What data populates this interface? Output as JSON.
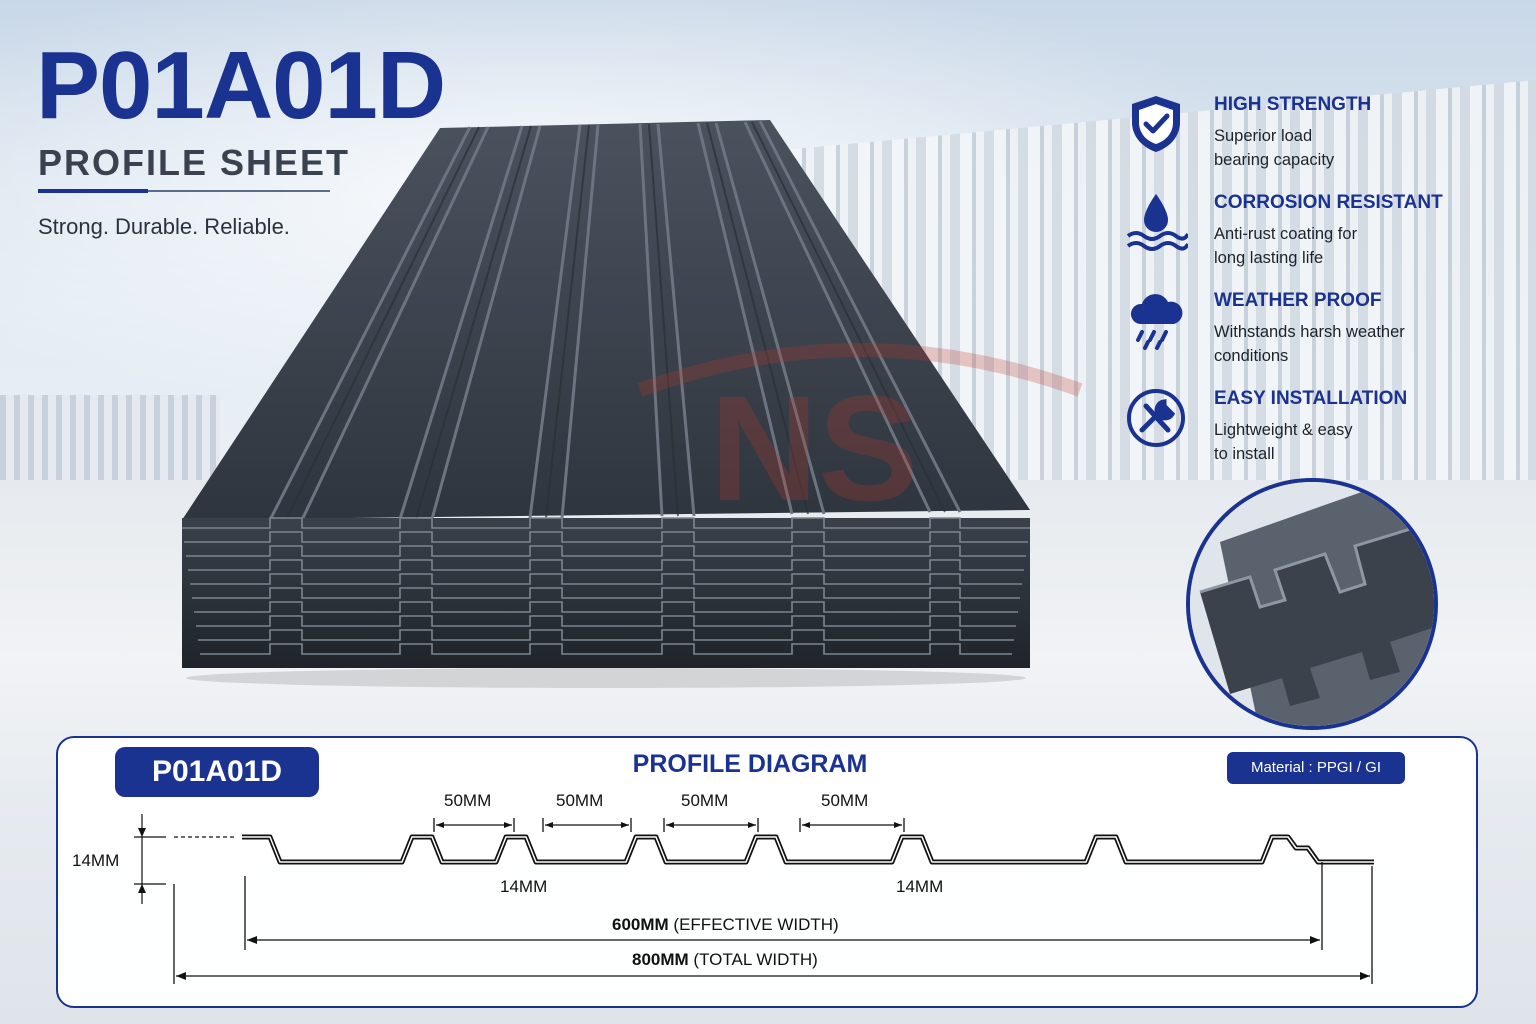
{
  "header": {
    "title": "P01A01D",
    "subtitle": "PROFILE SHEET",
    "tagline": "Strong. Durable. Reliable."
  },
  "features": [
    {
      "icon": "shield-check-icon",
      "title": "HIGH STRENGTH",
      "desc": "Superior load\nbearing capacity"
    },
    {
      "icon": "water-drop-icon",
      "title": "CORROSION RESISTANT",
      "desc": "Anti-rust coating for\nlong lasting life"
    },
    {
      "icon": "rain-cloud-icon",
      "title": "WEATHER PROOF",
      "desc": "Withstands harsh weather\nconditions"
    },
    {
      "icon": "wrench-screwdriver-icon",
      "title": "EASY INSTALLATION",
      "desc": "Lightweight & easy\nto install"
    }
  ],
  "diagram": {
    "code": "P01A01D",
    "title": "PROFILE DIAGRAM",
    "material": "Material : PPGI / GI",
    "rib_spacing_labels": [
      "50MM",
      "50MM",
      "50MM",
      "50MM"
    ],
    "height_label": "14MM",
    "depth_labels": [
      "14MM",
      "14MM"
    ],
    "effective_width": {
      "value": "600MM",
      "note": "(EFFECTIVE WIDTH)"
    },
    "total_width": {
      "value": "800MM",
      "note": "(TOTAL WIDTH)"
    }
  },
  "colors": {
    "brand": "#1a3290",
    "sheet": "#3d4450"
  }
}
